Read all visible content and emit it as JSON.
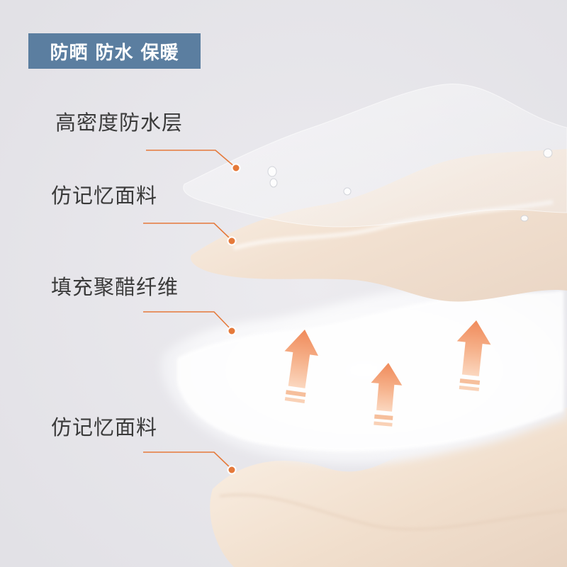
{
  "banner": {
    "text": "防晒 防水 保暖"
  },
  "layers": [
    {
      "label": "高密度防水层"
    },
    {
      "label": "仿记忆面料"
    },
    {
      "label": "填充聚醋纤维"
    },
    {
      "label": "仿记忆面料"
    }
  ],
  "colors": {
    "background": "#e4e3e8",
    "banner": "#5b7ea0",
    "leader_line": "#e5793a",
    "label_text": "#3a3a3a",
    "fabric_beige": "#f3e4d6",
    "arrow_orange": "#f3a57a"
  }
}
